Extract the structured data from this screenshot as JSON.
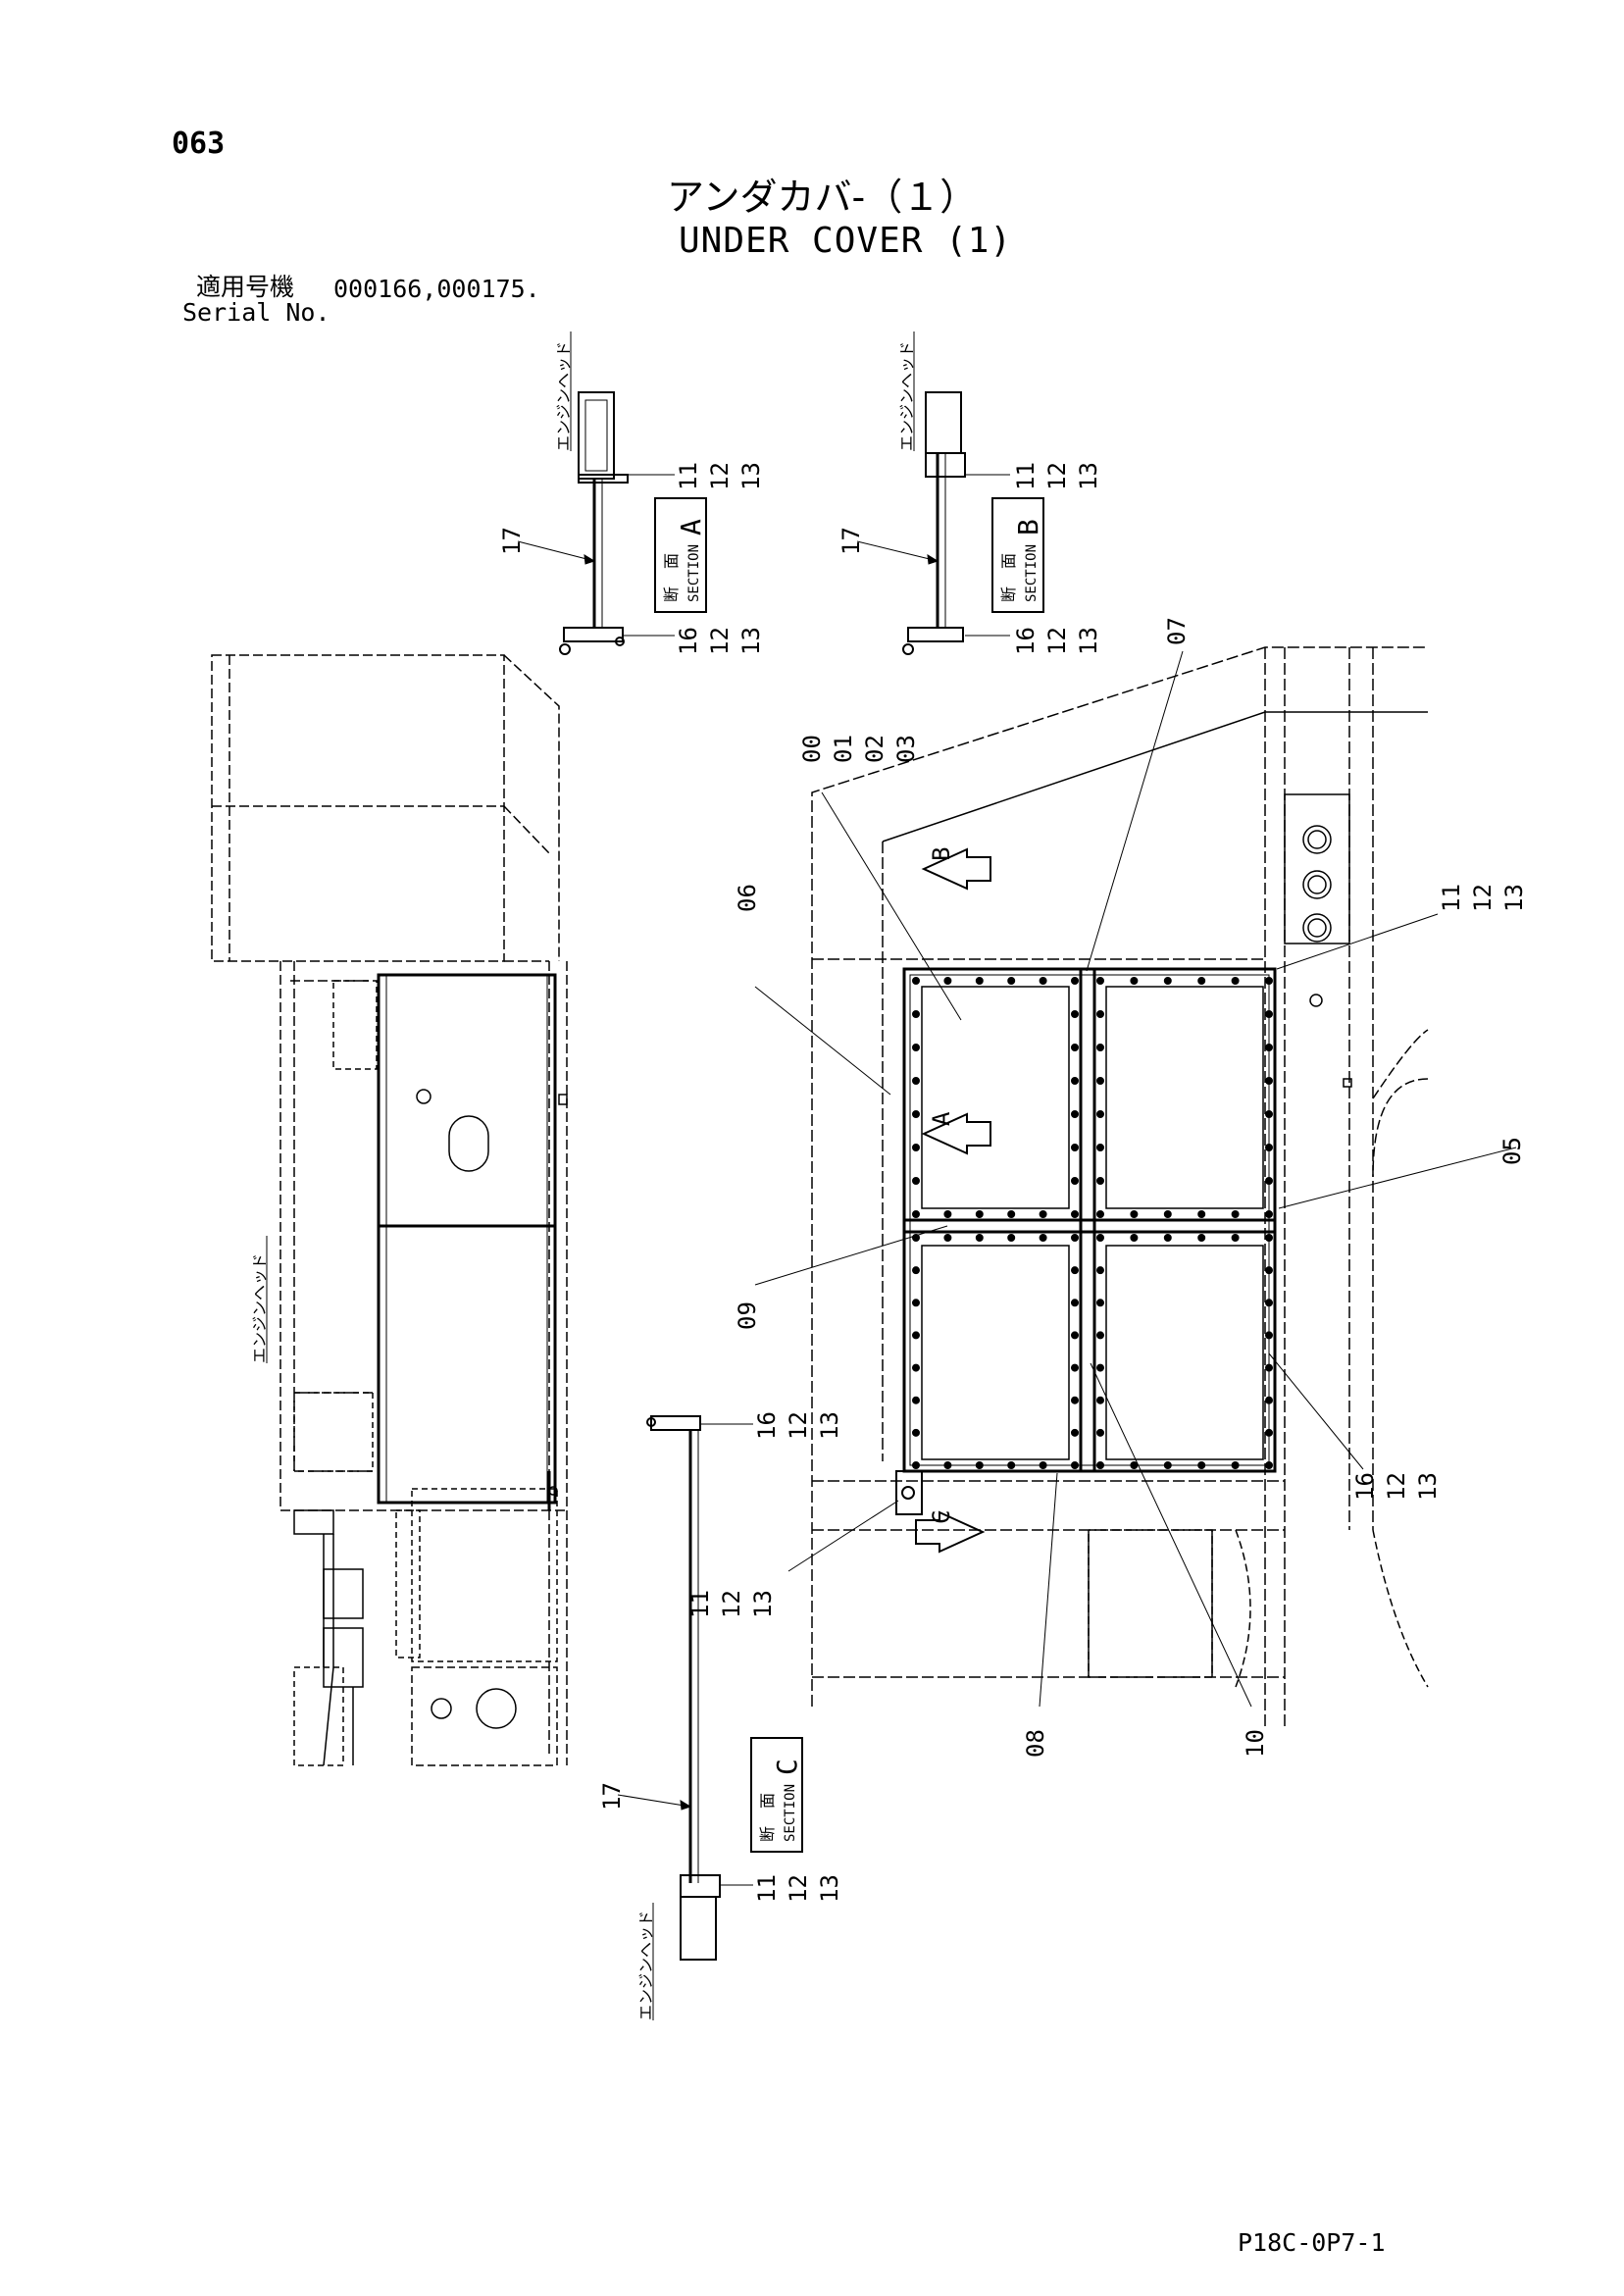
{
  "header": {
    "page_number": "063",
    "title_jp": "アンダカバ-（１）",
    "title_en": "UNDER COVER (1)",
    "serial_label_jp": "適用号機",
    "serial_numbers": "000166,000175.",
    "serial_label_en": "Serial No."
  },
  "footer": {
    "doc_code": "P18C-0P7-1"
  },
  "engine_head_label": "エンジンヘッド",
  "sections": {
    "a": {
      "jp1": "断",
      "jp2": "面",
      "en": "SECTION",
      "letter": "A"
    },
    "b": {
      "jp1": "断",
      "jp2": "面",
      "en": "SECTION",
      "letter": "B"
    },
    "c": {
      "jp1": "断",
      "jp2": "面",
      "en": "SECTION",
      "letter": "C"
    }
  },
  "part_numbers": {
    "p00": "00",
    "p01": "01",
    "p02": "02",
    "p03": "03",
    "p05": "05",
    "p06": "06",
    "p07": "07",
    "p08": "08",
    "p09": "09",
    "p10": "10",
    "p11": "11",
    "p12": "12",
    "p13": "13",
    "p16": "16",
    "p17": "17"
  },
  "view_arrows": {
    "a": "A",
    "b": "B",
    "c": "C"
  }
}
